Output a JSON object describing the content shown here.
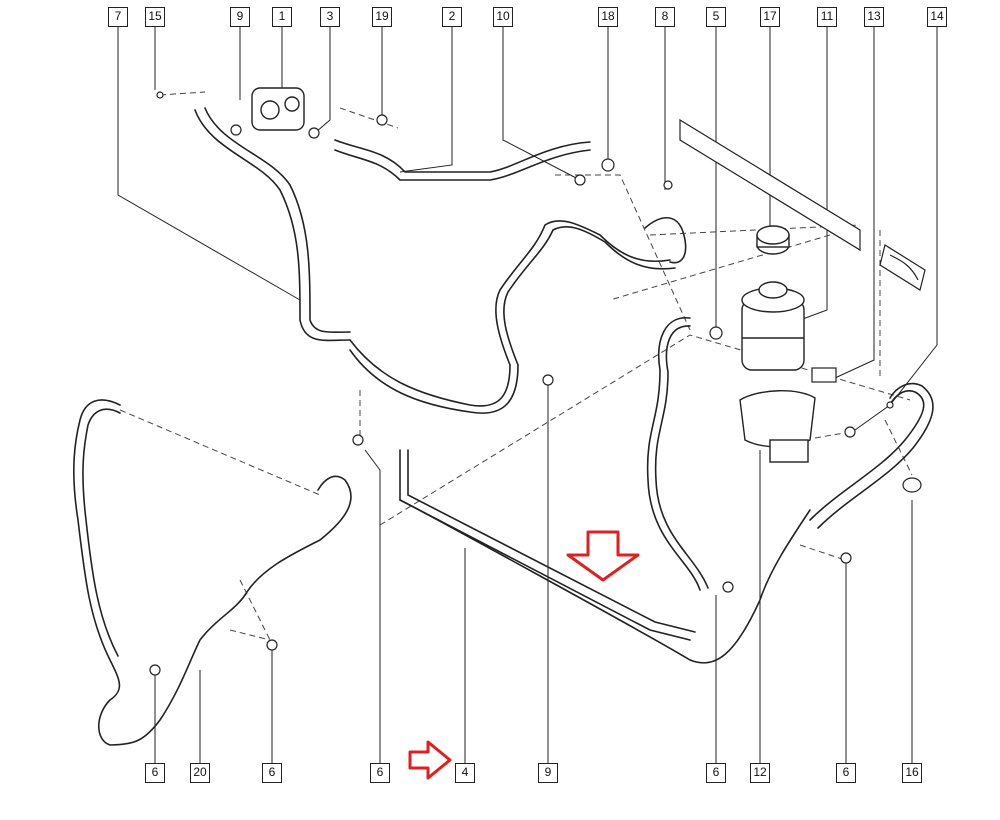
{
  "diagram": {
    "top_labels": [
      "7",
      "15",
      "9",
      "1",
      "3",
      "19",
      "2",
      "10",
      "18",
      "8",
      "5",
      "17",
      "11",
      "13",
      "14"
    ],
    "bottom_labels": [
      "6",
      "20",
      "6",
      "6",
      "4",
      "9",
      "6",
      "12",
      "6",
      "16"
    ],
    "arrow_color": "#e02020",
    "line_color": "#222222"
  }
}
